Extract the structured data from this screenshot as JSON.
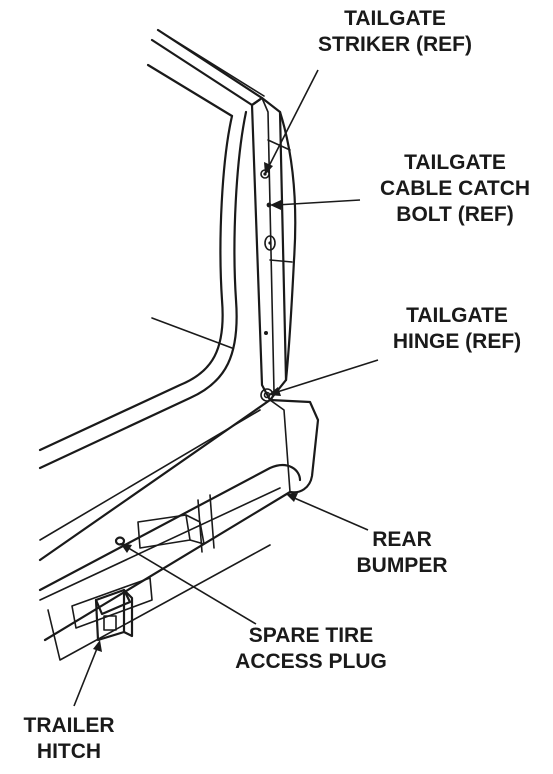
{
  "labels": {
    "striker": {
      "line1": "TAILGATE",
      "line2": "STRIKER (REF)"
    },
    "cable_catch": {
      "line1": "TAILGATE",
      "line2": "CABLE CATCH",
      "line3": "BOLT (REF)"
    },
    "hinge": {
      "line1": "TAILGATE",
      "line2": "HINGE (REF)"
    },
    "rear_bumper": {
      "line1": "REAR",
      "line2": "BUMPER"
    },
    "spare_tire": {
      "line1": "SPARE TIRE",
      "line2": "ACCESS PLUG"
    },
    "trailer_hitch": {
      "line1": "TRAILER",
      "line2": "HITCH"
    }
  }
}
